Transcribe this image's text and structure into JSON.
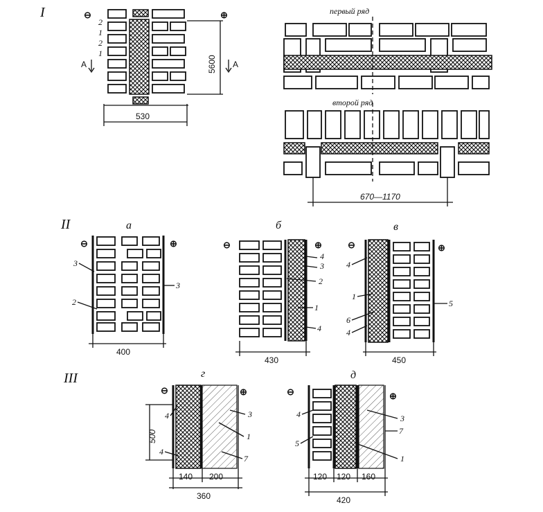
{
  "figure": {
    "section_I": "I",
    "section_II": "II",
    "section_III": "III",
    "minus_sign": "⊖",
    "plus_sign": "⊕",
    "section_marker": "A",
    "first_row_label": "первый ряд",
    "second_row_label": "второй ряд",
    "I_dim_width": "530",
    "I_dim_height": "5600",
    "I_dim_span": "670—1170",
    "I_layers": [
      "2",
      "1",
      "2",
      "1"
    ],
    "II_a": "а",
    "II_b": "б",
    "II_v": "в",
    "II_a_width": "400",
    "II_b_width": "430",
    "II_v_width": "450",
    "II_a_labels": [
      "3",
      "3",
      "2"
    ],
    "II_b_labels": [
      "4",
      "3",
      "2",
      "1",
      "4"
    ],
    "II_v_labels_left": [
      "4",
      "1",
      "6",
      "4"
    ],
    "II_v_label_right": "5",
    "III_g": "г",
    "III_d": "д",
    "III_g_height": "500",
    "III_g_labels_left": [
      "4",
      "4"
    ],
    "III_g_labels_right": [
      "3",
      "1",
      "7"
    ],
    "III_g_widths": [
      "140",
      "200"
    ],
    "III_g_total": "360",
    "III_d_labels_left": [
      "4",
      "5"
    ],
    "III_d_labels_right": [
      "3",
      "7",
      "1"
    ],
    "III_d_widths": [
      "120",
      "120",
      "160"
    ],
    "III_d_total": "420"
  }
}
